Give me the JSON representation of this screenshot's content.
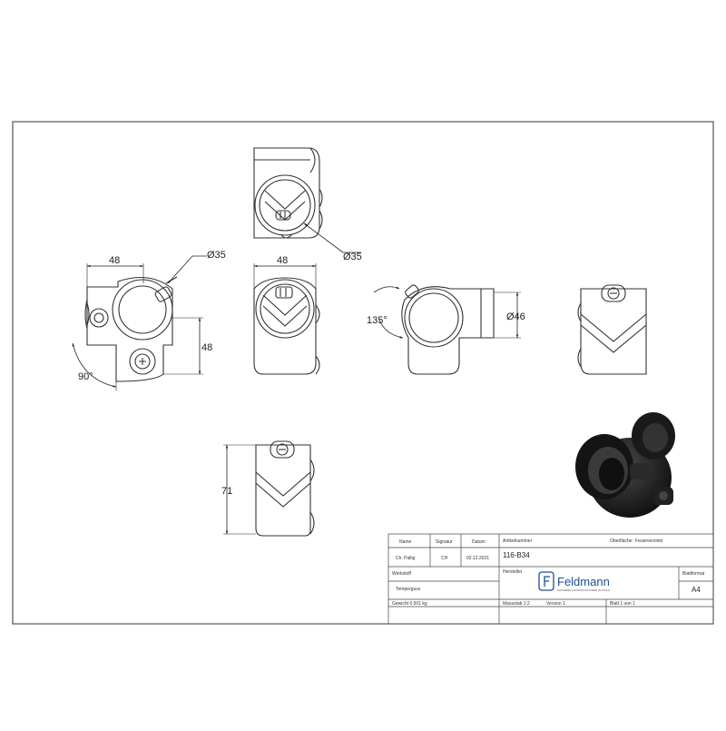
{
  "dimensions": {
    "top_diameter": "Ø35",
    "left_width": "48",
    "left_diameter": "Ø35",
    "left_height": "48",
    "left_angle": "90°",
    "center_width": "48",
    "right_angle": "135°",
    "right_diameter": "Ø46",
    "bottom_height": "71"
  },
  "title_block": {
    "h_name": "Name",
    "h_signatur": "Signatur",
    "h_datum": "Datum",
    "name": "Ch. Pallig",
    "signatur": "CH",
    "datum": "02.12.2021",
    "artikelnummer_label": "Artikelnummer",
    "artikelnummer": "116-B34",
    "oberflaeche_label": "Oberfläche:",
    "oberflaeche": "Feuerverzinkt",
    "hersteller_label": "Hersteller",
    "werkstoff_label": "Werkstoff",
    "werkstoff": "Temperguss",
    "blattformat_label": "Blattformat",
    "blattformat": "A4",
    "gewicht": "Gewicht 0.501 kg",
    "massstab": "Massstab 1:2",
    "version": "Version 1",
    "blatt": "Blatt 1 von 1",
    "logo_text": "Feldmann",
    "logo_tagline": "SCHWERE KONSTRUKTIONEN IN STAHL"
  }
}
